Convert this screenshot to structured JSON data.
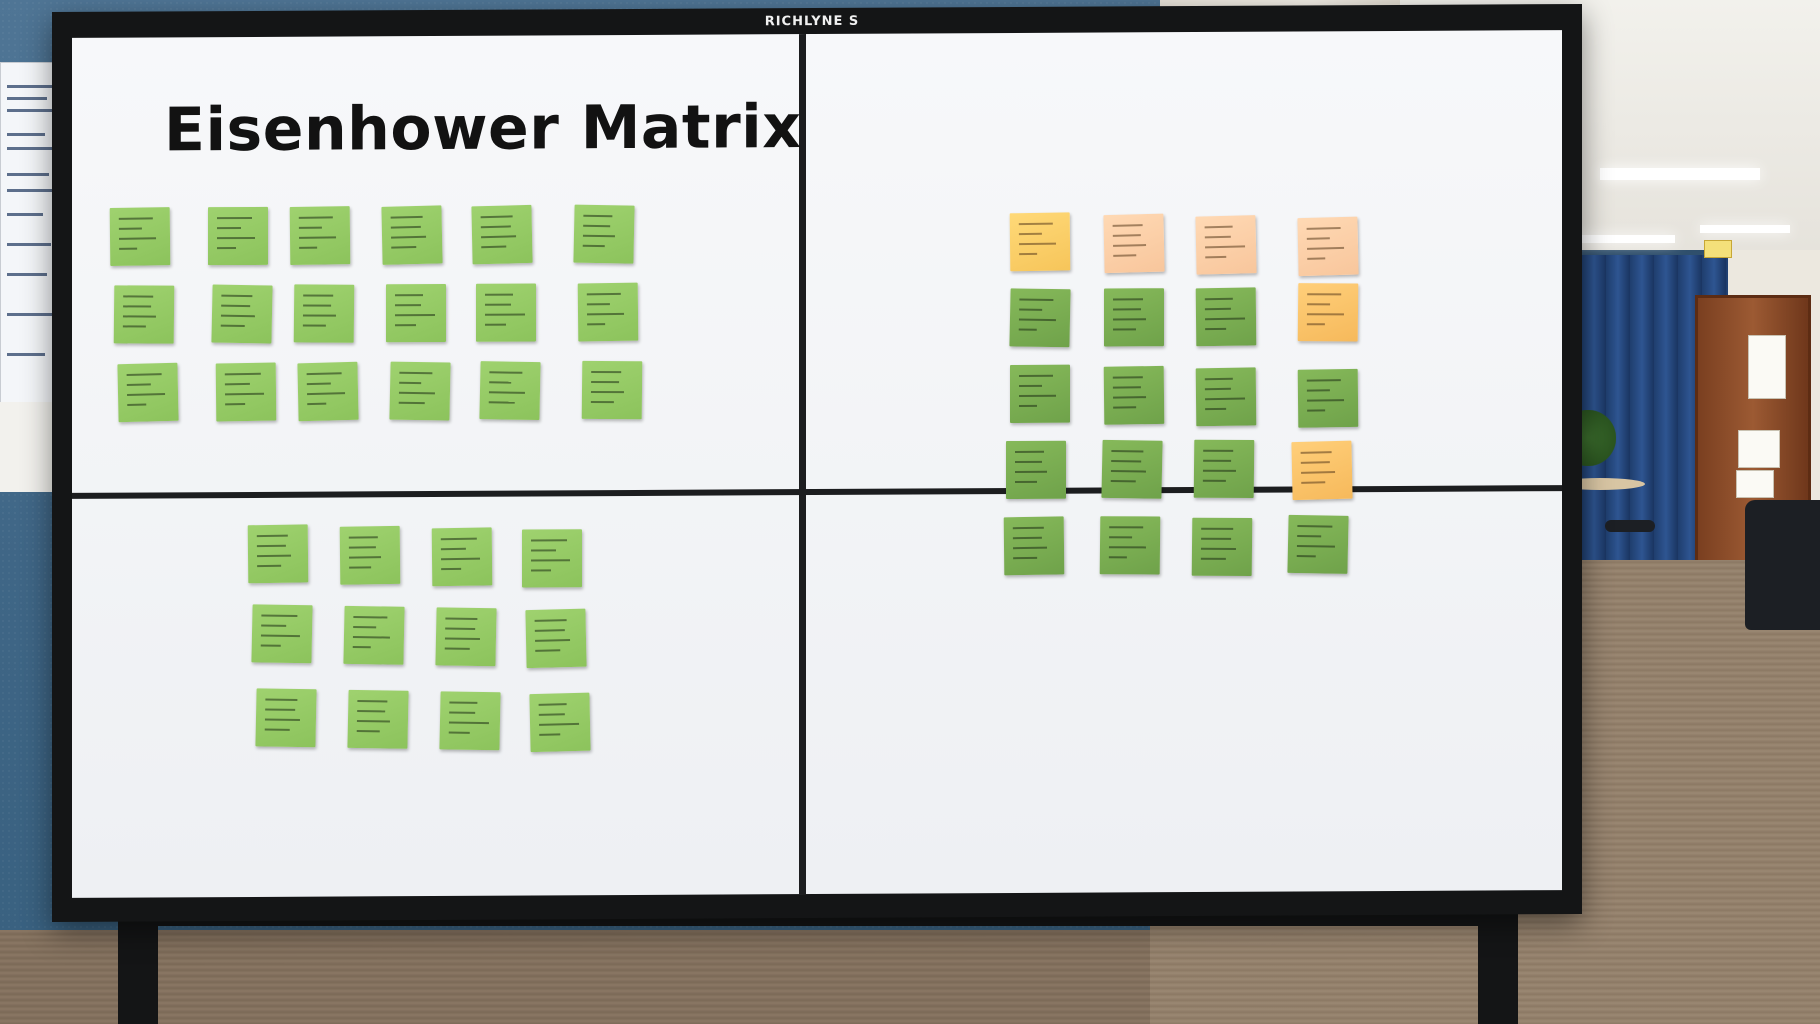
{
  "board": {
    "title": "Eisenhower Matrix",
    "header_tab": "RICHLYNE S"
  },
  "colors": {
    "note_green": "#8cc35c",
    "note_green_dark": "#6fa24a",
    "note_yellow": "#f6c55a",
    "note_peach": "#f8c69c",
    "note_orange": "#f6b95b",
    "board_frame": "#141516",
    "wall": "#3f6686"
  },
  "quadrants": [
    {
      "name": "top-left",
      "note_color": "green",
      "rows": 3,
      "cols": 6
    },
    {
      "name": "top-right",
      "note_colors": [
        "yellow",
        "peach",
        "peach",
        "peach",
        "green-dark",
        "green-dark",
        "green-dark",
        "orange",
        "green-dark",
        "green-dark",
        "green-dark",
        "green-dark"
      ]
    },
    {
      "name": "bottom-left",
      "note_color": "green",
      "rows": 3,
      "cols": 4
    },
    {
      "name": "bottom-right",
      "note_colors": [
        "green-dark",
        "green-dark",
        "green-dark",
        "orange",
        "green-dark",
        "green-dark",
        "green-dark",
        "green-dark"
      ]
    }
  ]
}
